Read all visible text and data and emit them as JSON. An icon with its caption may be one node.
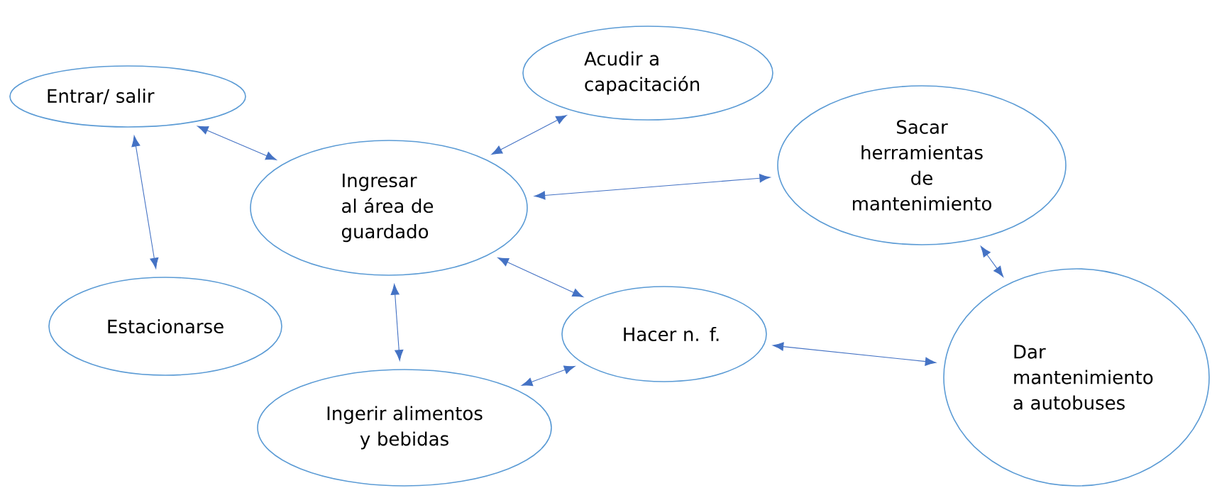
{
  "diagram": {
    "nodes": [
      {
        "text": [
          "Entrar/ salir"
        ]
      },
      {
        "text": [
          "Acudir a capacitación"
        ]
      },
      {
        "text": [
          "Ingresar al área de guardado"
        ]
      },
      {
        "text": [
          "Sacar herramientas de mantenimiento"
        ]
      },
      {
        "text": [
          "Estacionarse"
        ]
      },
      {
        "text": [
          "Hacer n. f."
        ]
      },
      {
        "text": [
          "Ingerir alimentos y bebidas"
        ]
      },
      {
        "text": [
          "Dar mantenimiento a autobuses"
        ]
      }
    ],
    "edges": [
      {
        "from": 0,
        "to": 2,
        "arrow": "both"
      },
      {
        "from": 0,
        "to": 4,
        "arrow": "both"
      },
      {
        "from": 2,
        "to": 1,
        "arrow": "both"
      },
      {
        "from": 2,
        "to": 3,
        "arrow": "both"
      },
      {
        "from": 2,
        "to": 6,
        "arrow": "both"
      },
      {
        "from": 2,
        "to": 5,
        "arrow": "both"
      },
      {
        "from": 6,
        "to": 5,
        "arrow": "both"
      },
      {
        "from": 3,
        "to": 7,
        "arrow": "both"
      },
      {
        "from": 5,
        "to": 7,
        "arrow": "both"
      }
    ]
  }
}
